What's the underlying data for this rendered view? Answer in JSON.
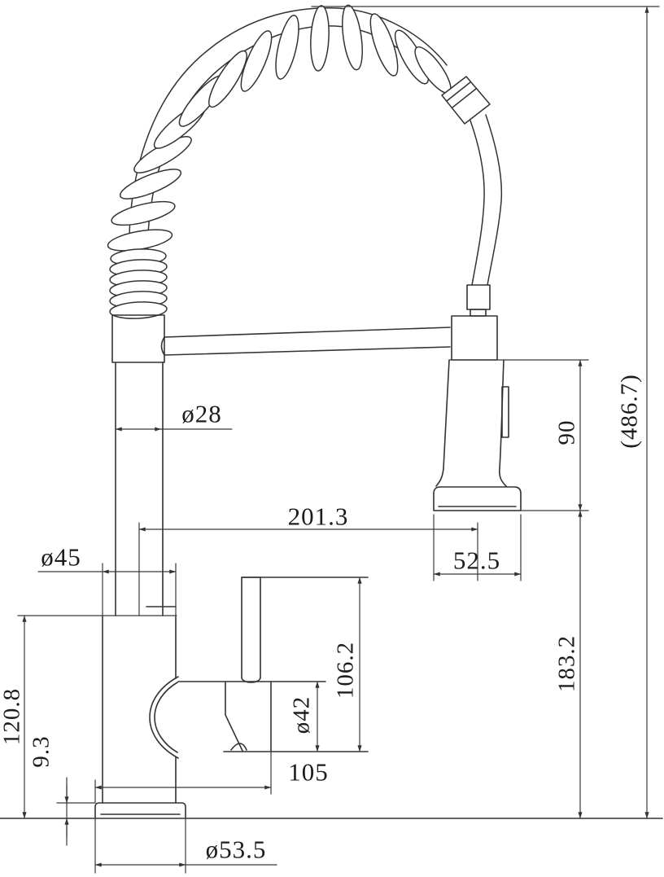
{
  "drawing": {
    "type": "technical dimensional drawing",
    "subject": "pull-down spring kitchen faucet, side elevation",
    "unit_system": "millimetres (implied)",
    "line_color": "#333333",
    "background_color": "#ffffff",
    "dimensions": {
      "spout_tube_diameter": "ø28",
      "spout_reach": "201.3",
      "base_diameter": "ø45",
      "sprayer_head_height": "90",
      "overall_height_ref": "(486.7)",
      "sprayer_cap_width": "52.5",
      "sprayer_clearance_height": "183.2",
      "handle_lever_height": "106.2",
      "handle_body_diameter": "ø42",
      "handle_reach": "105",
      "base_height": "120.8",
      "flange_height": "9.3",
      "flange_diameter": "ø53.5"
    }
  }
}
